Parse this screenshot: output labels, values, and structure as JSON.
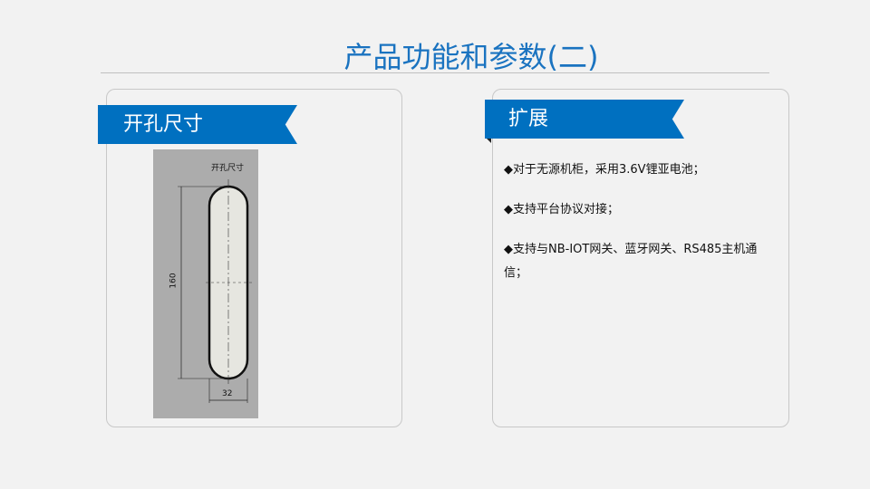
{
  "page_title": "产品功能和参数(二)",
  "left_card": {
    "heading": "开孔尺寸",
    "drawing": {
      "label": "开孔尺寸",
      "height_dim": "160",
      "width_dim": "32"
    }
  },
  "right_card": {
    "heading": "扩展",
    "items": [
      "◆对于无源机柜，采用3.6V锂亚电池；",
      "◆支持平台协议对接；",
      "◆支持与NB-IOT网关、蓝牙网关、RS485主机通信；"
    ]
  }
}
